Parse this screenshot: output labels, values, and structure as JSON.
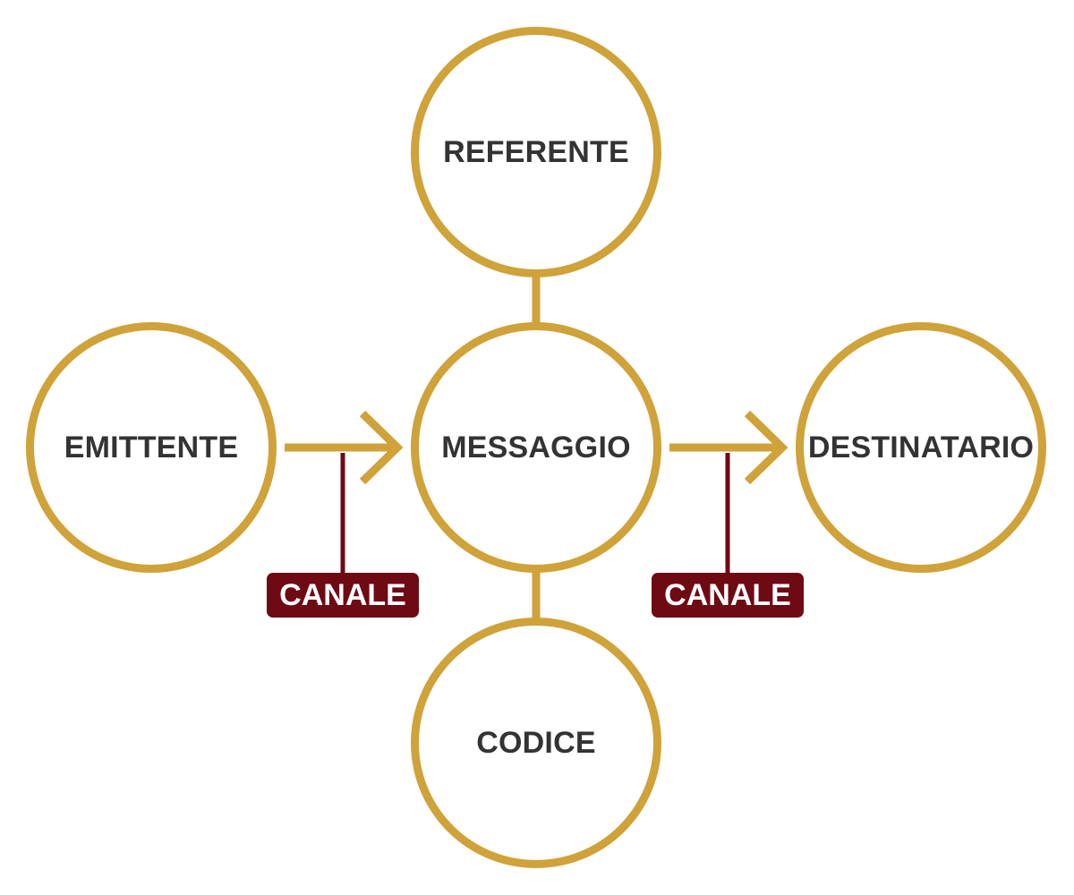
{
  "colors": {
    "node_border": "#CFA23A",
    "connector": "#CFA23A",
    "channel": "#6E0A14",
    "node_text": "#333333",
    "tag_text": "#FFFFFF",
    "background": "#FFFFFF"
  },
  "nodes": {
    "referente": "REFERENTE",
    "messaggio": "MESSAGGIO",
    "codice": "CODICE",
    "emittente": "EMITTENTE",
    "destinatario": "DESTINATARIO"
  },
  "channels": {
    "left": "CANALE",
    "right": "CANALE"
  }
}
